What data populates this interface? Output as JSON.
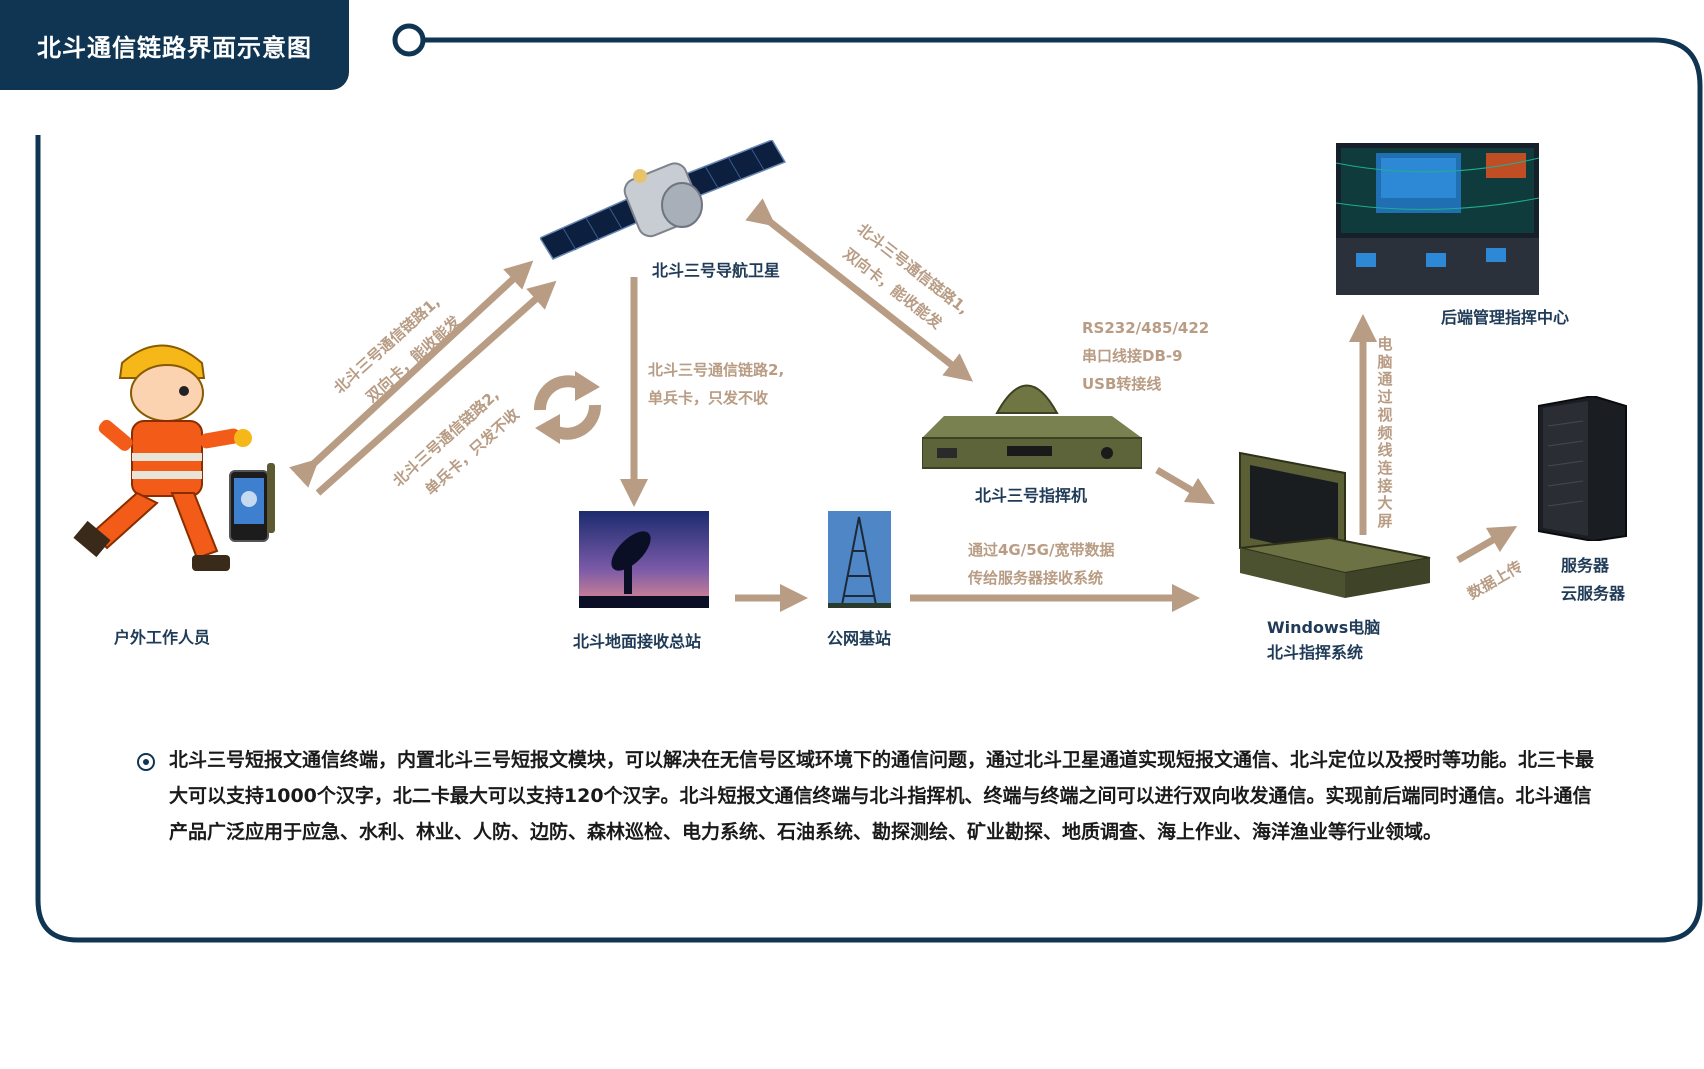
{
  "title": "北斗通信链路界面示意图",
  "nodes": {
    "worker": "户外工作人员",
    "satellite": "北斗三号导航卫星",
    "ground_station": "北斗地面接收总站",
    "base_station": "公网基站",
    "commander": "北斗三号指挥机",
    "laptop_line1": "Windows电脑",
    "laptop_line2": "北斗指挥系统",
    "command_center": "后端管理指挥中心",
    "server_line1": "服务器",
    "server_line2": "云服务器"
  },
  "links": {
    "link1_line1": "北斗三号通信链路1,",
    "link1_line2": "双向卡，能收能发",
    "link2_line1": "北斗三号通信链路2,",
    "link2_line2": "单兵卡，只发不收",
    "sat_ground_line1": "北斗三号通信链路2,",
    "sat_ground_line2": "单兵卡，只发不收",
    "sat_cmd_line1": "北斗三号通信链路1,",
    "sat_cmd_line2": "双向卡，能收能发",
    "serial_line1": "RS232/485/422",
    "serial_line2": "串口线接DB-9",
    "serial_line3": "USB转接线",
    "network_line1": "通过4G/5G/宽带数据",
    "network_line2": "传给服务器接收系统",
    "video_vertical": "电脑通过视频线连接大屏",
    "upload": "数据上传"
  },
  "description": "北斗三号短报文通信终端，内置北斗三号短报文模块，可以解决在无信号区域环境下的通信问题，通过北斗卫星通道实现短报文通信、北斗定位以及授时等功能。北三卡最大可以支持1000个汉字，北二卡最大可以支持120个汉字。北斗短报文通信终端与北斗指挥机、终端与终端之间可以进行双向收发通信。实现前后端同时通信。北斗通信产品广泛应用于应急、水利、林业、人防、边防、森林巡检、电力系统、石油系统、勘探测绘、矿业勘探、地质调查、海上作业、海洋渔业等行业领域。",
  "colors": {
    "frame": "#0f3552",
    "arrow": "#b89c84",
    "label": "#1f3b57"
  }
}
